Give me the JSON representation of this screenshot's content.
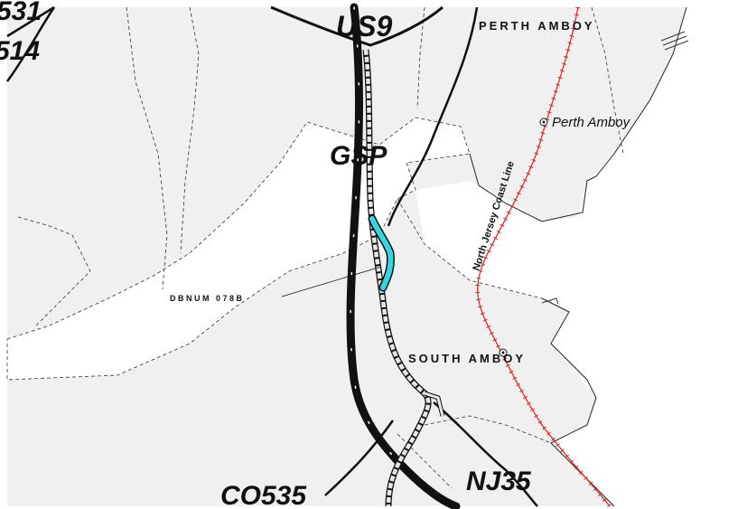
{
  "map": {
    "colors": {
      "land": "#f0f0f0",
      "water": "#ffffff",
      "road": "#111111",
      "railroad": "#e01e1e",
      "highlight": "#36d6e0",
      "boundary": "#333333"
    },
    "route_labels": {
      "us9": "US9",
      "gsp": "GSP",
      "nj35": "NJ35",
      "co535": "CO535",
      "r531_partial": "531",
      "r514_partial": "514"
    },
    "municipalities": {
      "perth_amboy": "PERTH AMBOY",
      "south_amboy": "SOUTH AMBOY"
    },
    "places": {
      "perth_amboy_station": "Perth Amboy"
    },
    "railroads": {
      "north_jersey_coast_line": "North Jersey Coast Line"
    },
    "callouts": {
      "bridge": "DBNUM 078B"
    }
  }
}
